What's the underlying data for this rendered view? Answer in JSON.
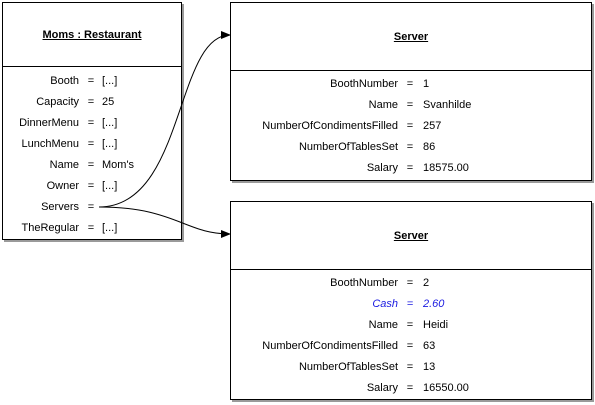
{
  "restaurant": {
    "title": "Moms : Restaurant",
    "fields": [
      {
        "key": "Booth",
        "value": "[...]"
      },
      {
        "key": "Capacity",
        "value": "25"
      },
      {
        "key": "DinnerMenu",
        "value": "[...]"
      },
      {
        "key": "LunchMenu",
        "value": "[...]"
      },
      {
        "key": "Name",
        "value": "Mom's"
      },
      {
        "key": "Owner",
        "value": "[...]"
      },
      {
        "key": "Servers",
        "value": ""
      },
      {
        "key": "TheRegular",
        "value": "[...]"
      }
    ]
  },
  "server1": {
    "title": "Server",
    "fields": [
      {
        "key": "BoothNumber",
        "value": "1"
      },
      {
        "key": "Name",
        "value": "Svanhilde"
      },
      {
        "key": "NumberOfCondimentsFilled",
        "value": "257"
      },
      {
        "key": "NumberOfTablesSet",
        "value": "86"
      },
      {
        "key": "Salary",
        "value": "18575.00"
      }
    ]
  },
  "server2": {
    "title": "Server",
    "fields": [
      {
        "key": "BoothNumber",
        "value": "2"
      },
      {
        "key": "Cash",
        "value": "2.60",
        "extra": true
      },
      {
        "key": "Name",
        "value": "Heidi"
      },
      {
        "key": "NumberOfCondimentsFilled",
        "value": "63"
      },
      {
        "key": "NumberOfTablesSet",
        "value": "13"
      },
      {
        "key": "Salary",
        "value": "16550.00"
      }
    ]
  },
  "equals": "=",
  "colors": {
    "extra_field": "#1a1ae0",
    "shadow": "#9a9a9a"
  }
}
